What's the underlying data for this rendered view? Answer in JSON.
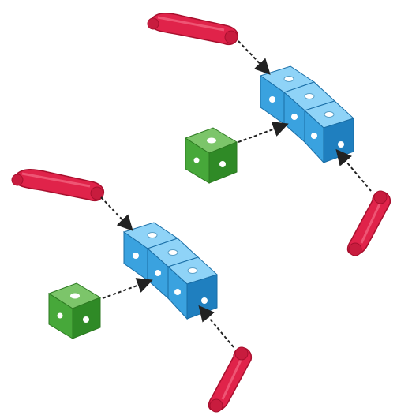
{
  "diagram": {
    "assemblies": [
      {
        "id": "assembly-upper",
        "parts": [
          "red-connector-top",
          "blue-cube-row",
          "green-cube",
          "red-connector-side"
        ]
      },
      {
        "id": "assembly-lower",
        "parts": [
          "red-connector-top",
          "blue-cube-row",
          "green-cube",
          "red-connector-side"
        ]
      }
    ],
    "colors": {
      "red": "#e0234a",
      "red_dark": "#a8102e",
      "red_light": "#f46b86",
      "blue_top": "#8fd3f7",
      "blue_front": "#3aa2df",
      "blue_side": "#1f7fbf",
      "green_top": "#7cc56a",
      "green_front": "#47a83a",
      "green_side": "#2f8a26",
      "arrow": "#222222"
    },
    "icons": [
      "arrow-icon"
    ]
  }
}
